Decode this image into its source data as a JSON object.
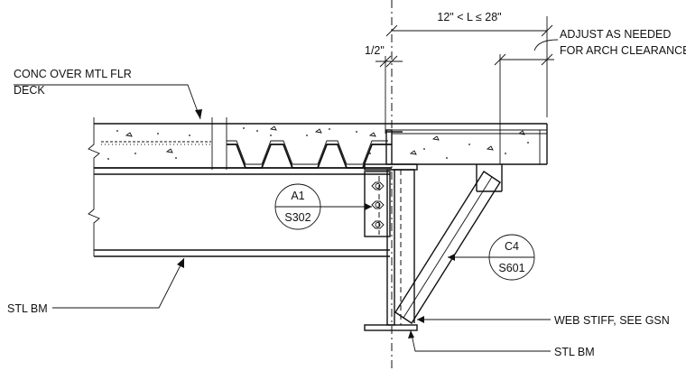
{
  "dimension": {
    "length_range": "12\" < L ≤ 28\"",
    "gap": "1/2\""
  },
  "notes": {
    "adjust_line1": "ADJUST AS NEEDED",
    "adjust_line2": "FOR ARCH CLEARANCE",
    "conc_line1": "CONC OVER MTL FLR",
    "conc_line2": "DECK",
    "stl_bm_left": "STL BM",
    "web_stiff": "WEB STIFF, SEE GSN",
    "stl_bm_right": "STL BM"
  },
  "callouts": [
    {
      "detail": "A1",
      "sheet": "S302"
    },
    {
      "detail": "C4",
      "sheet": "S601"
    }
  ]
}
